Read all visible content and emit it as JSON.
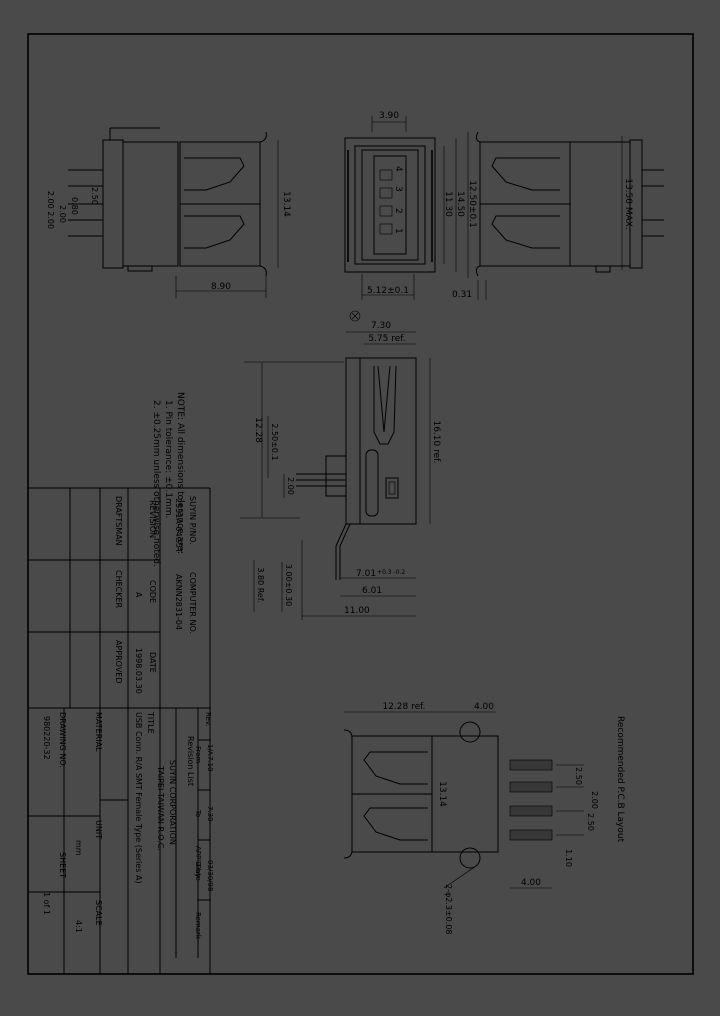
{
  "dims": {
    "top": {
      "w390": "3.90",
      "h1314": "13.14",
      "h1130": "11.30",
      "h1450": "14.50",
      "h1250": "12.50±0.1",
      "h1350": "13.50 MAX.",
      "w890": "8.90",
      "w512": "5.12±0.1",
      "w031": "0.31",
      "pitch1": "2.00",
      "pitch2": "2.00",
      "pitch3": "2.00",
      "p080": "0.80",
      "p250": "2.50",
      "pins": [
        "4",
        "3",
        "2",
        "1"
      ]
    },
    "side": {
      "w730": "7.30",
      "w575": "5.75 ref.",
      "h1610": "16.10 ref.",
      "h1228": "12.28",
      "h250": "2.50±0.1",
      "h200": "2.00",
      "w701": "7.01",
      "w701tol": "+0.3 -0.2",
      "w601": "6.01",
      "w1100": "11.00",
      "h380": "3.80 Ref.",
      "h300": "3.00±0.30"
    },
    "pcb": {
      "title": "Recommended P.C.B Layout",
      "w1228": "12.28 ref.",
      "w400top": "4.00",
      "h1314": "13.14",
      "p250a": "2.50",
      "p200": "2.00",
      "p250b": "2.50",
      "p110": "1.10",
      "w400bot": "4.00",
      "hole": "2-φ2.3±0.08"
    }
  },
  "notes": {
    "line1": "NOTE: All dimensions tolerance are:",
    "line2": "1. Pin tolerance: ±0.1mm.",
    "line3": "2. ±0.25mm unless otherwise noted."
  },
  "title_block": {
    "label_sujin_pno": "SUYIN P/NO.",
    "sujin_pno": "2531A-04G5T",
    "label_computer_no": "COMPUTER NO.",
    "computer_no": "AKNN2831-04",
    "label_revision": "REVISION",
    "label_code": "CODE",
    "code": "A",
    "label_date": "DATE",
    "date": "1998.03.30",
    "label_draftsman": "DRAFTSMAN",
    "label_checker": "CHECKER",
    "label_approved": "APPROVED",
    "label_title": "TITLE",
    "title": "USB Conn. R/A SMT Female Type  (Series A)",
    "label_material": "MATERIAL",
    "label_unit": "UNIT",
    "unit": "mm",
    "label_scale": "SCALE",
    "scale": "4:1",
    "label_drawing_no": "DRAWING NO.",
    "drawing_no": "980220-32",
    "label_sheet": "SHEET",
    "sheet": "1 of 1",
    "company": "SUYIN CORPORATION",
    "address": "TAIPEI TAIWAN R.O.C.",
    "revision_table": {
      "headers": [
        "Rev.",
        "From",
        "To",
        "APP'D by",
        "Date",
        "Remark"
      ],
      "row": [
        "1/A",
        "7.10",
        "7.30",
        "",
        "03/30/98",
        ""
      ],
      "caption": "Revision List"
    }
  },
  "colors": {
    "paper": "#4a4a4a",
    "ink": "#000000"
  }
}
